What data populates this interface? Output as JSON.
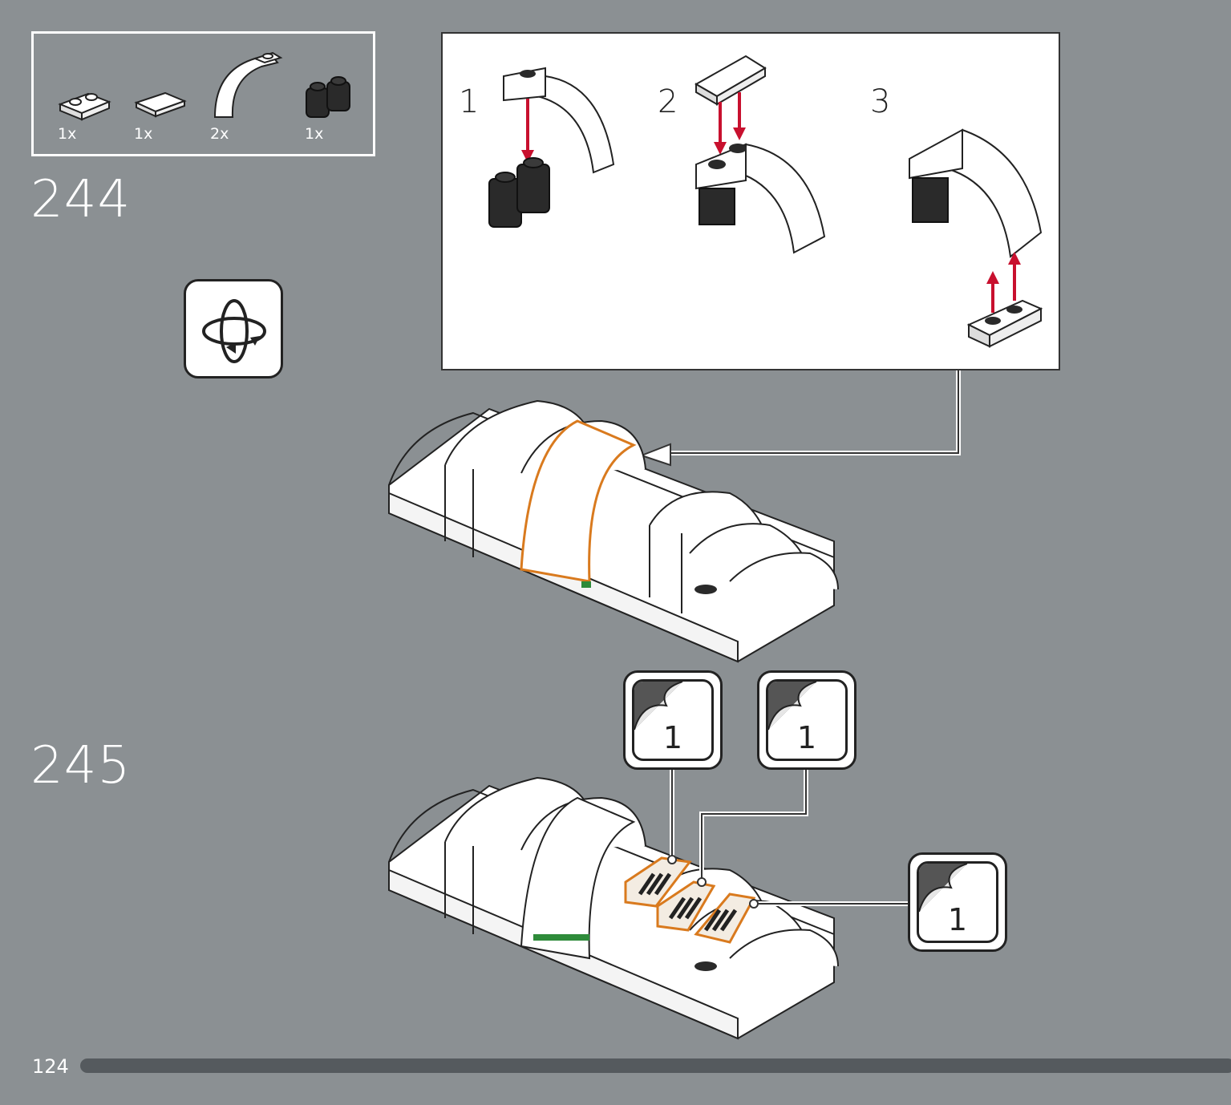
{
  "parts_list": {
    "items": [
      {
        "name": "plate-1x2-white",
        "count": "1x"
      },
      {
        "name": "tile-1x2-white",
        "count": "1x"
      },
      {
        "name": "curved-slope-white",
        "count": "2x"
      },
      {
        "name": "round-brick-black",
        "count": "1x"
      }
    ]
  },
  "steps": [
    {
      "number": "244"
    },
    {
      "number": "245"
    }
  ],
  "sub_assembly": {
    "labels": [
      "1",
      "2",
      "3"
    ]
  },
  "stickers": [
    {
      "quantity": "1"
    },
    {
      "quantity": "1"
    },
    {
      "quantity": "1"
    }
  ],
  "footer": {
    "page_number": "124"
  },
  "colors": {
    "background": "#8b9093",
    "highlight": "#d97a1e",
    "arrow": "#c8102e",
    "brick_white": "#ffffff",
    "brick_black": "#2a2a2a"
  },
  "icons": {
    "rotate": "rotate-model-icon",
    "sticker": "sticker-icon"
  }
}
